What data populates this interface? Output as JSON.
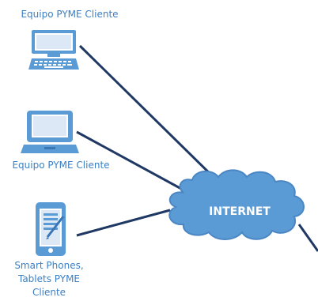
{
  "nodes": {
    "desktop_label": "Equipo PYME Cliente",
    "laptop_label": "Equipo PYME Cliente",
    "mobile_label_line1": "Smart Phones,",
    "mobile_label_line2": "Tablets PYME",
    "mobile_label_line3": "Cliente"
  },
  "cloud": {
    "label": "INTERNET"
  },
  "colors": {
    "label_text": "#3b7fc4",
    "device_fill": "#5b9bd5",
    "device_dark": "#3a76b5",
    "connection_line": "#1f3864",
    "cloud_fill": "#5b9bd5",
    "cloud_stroke": "#4a86c3"
  }
}
